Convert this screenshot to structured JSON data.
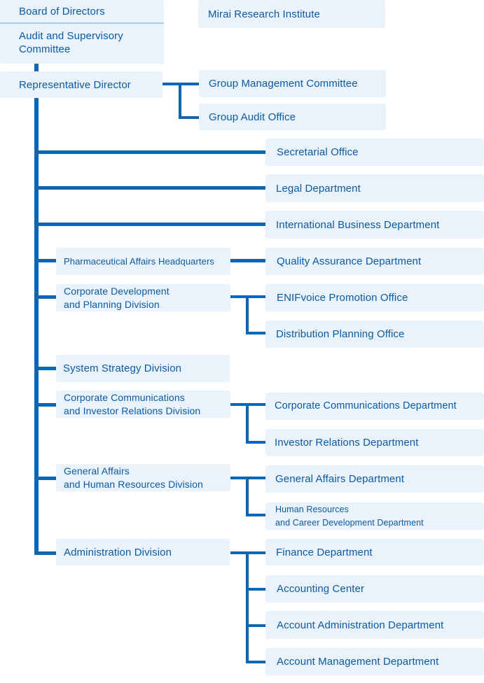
{
  "board": {
    "board_of_directors": "Board of Directors",
    "audit_committee": "Audit and Supervisory\nCommittee"
  },
  "mirai": "Mirai Research Institute",
  "representative_director": "Representative Director",
  "group_management_committee": "Group Management Committee",
  "group_audit_office": "Group Audit Office",
  "secretarial_office": "Secretarial Office",
  "legal_department": "Legal Department",
  "international_business_department": "International Business Department",
  "pharma": {
    "division": "Pharmaceutical Affairs Headquarters",
    "departments": [
      "Quality Assurance Department"
    ]
  },
  "corp_dev": {
    "division": "Corporate Development\nand Planning Division",
    "departments": [
      "ENIFvoice Promotion Office",
      "Distribution Planning Office"
    ]
  },
  "system_strategy": "System Strategy Division",
  "corp_comm": {
    "division": "Corporate Communications\nand Investor Relations Division",
    "departments": [
      "Corporate Communications Department",
      "Investor Relations Department"
    ]
  },
  "general_affairs": {
    "division": "General Affairs\nand Human Resources Division",
    "departments": [
      "General Affairs Department",
      "Human Resources\nand Career Development Department"
    ]
  },
  "administration": {
    "division": "Administration Division",
    "departments": [
      "Finance Department",
      "Accounting Center",
      "Account Administration Department",
      "Account Management Department"
    ]
  },
  "colors": {
    "box_fill": "#eaf3fc",
    "text": "#0b5aa3",
    "connector": "#0a67b5"
  }
}
